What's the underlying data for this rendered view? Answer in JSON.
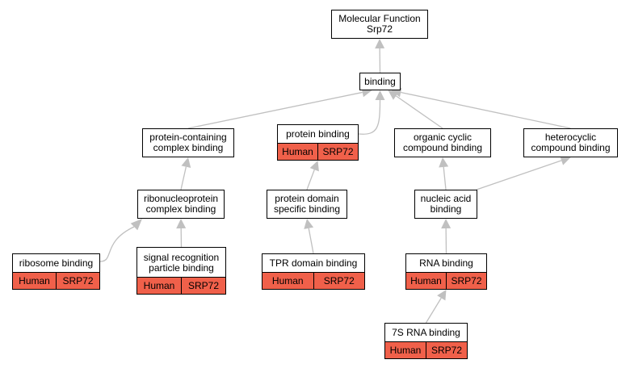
{
  "colors": {
    "edge": "#c0c0c0",
    "annotation": "#f0604a",
    "border": "#000000"
  },
  "nodes": {
    "molecular_function": {
      "label": "Molecular Function\nSrp72"
    },
    "binding": {
      "label": "binding"
    },
    "protein_containing_complex_binding": {
      "label": "protein-containing\ncomplex binding"
    },
    "protein_binding": {
      "label": "protein binding",
      "annotation": [
        "Human",
        "SRP72"
      ]
    },
    "organic_cyclic_compound_binding": {
      "label": "organic cyclic\ncompound binding"
    },
    "heterocyclic_compound_binding": {
      "label": "heterocyclic\ncompound binding"
    },
    "ribonucleoprotein_complex_binding": {
      "label": "ribonucleoprotein\ncomplex binding"
    },
    "protein_domain_specific_binding": {
      "label": "protein domain\nspecific binding"
    },
    "nucleic_acid_binding": {
      "label": "nucleic acid\nbinding"
    },
    "ribosome_binding": {
      "label": "ribosome binding",
      "annotation": [
        "Human",
        "SRP72"
      ]
    },
    "signal_recognition_particle_binding": {
      "label": "signal recognition\nparticle binding",
      "annotation": [
        "Human",
        "SRP72"
      ]
    },
    "tpr_domain_binding": {
      "label": "TPR domain binding",
      "annotation": [
        "Human",
        "SRP72"
      ]
    },
    "rna_binding": {
      "label": "RNA binding",
      "annotation": [
        "Human",
        "SRP72"
      ]
    },
    "rna_7s_binding": {
      "label": "7S RNA binding",
      "annotation": [
        "Human",
        "SRP72"
      ]
    }
  },
  "edges": [
    {
      "from": "binding",
      "to": "molecular_function"
    },
    {
      "from": "protein_containing_complex_binding",
      "to": "binding"
    },
    {
      "from": "protein_binding",
      "to": "binding"
    },
    {
      "from": "organic_cyclic_compound_binding",
      "to": "binding"
    },
    {
      "from": "heterocyclic_compound_binding",
      "to": "binding"
    },
    {
      "from": "ribonucleoprotein_complex_binding",
      "to": "protein_containing_complex_binding"
    },
    {
      "from": "protein_domain_specific_binding",
      "to": "protein_binding"
    },
    {
      "from": "nucleic_acid_binding",
      "to": "organic_cyclic_compound_binding"
    },
    {
      "from": "nucleic_acid_binding",
      "to": "heterocyclic_compound_binding"
    },
    {
      "from": "ribosome_binding",
      "to": "ribonucleoprotein_complex_binding"
    },
    {
      "from": "signal_recognition_particle_binding",
      "to": "ribonucleoprotein_complex_binding"
    },
    {
      "from": "tpr_domain_binding",
      "to": "protein_domain_specific_binding"
    },
    {
      "from": "rna_binding",
      "to": "nucleic_acid_binding"
    },
    {
      "from": "rna_7s_binding",
      "to": "rna_binding"
    }
  ]
}
